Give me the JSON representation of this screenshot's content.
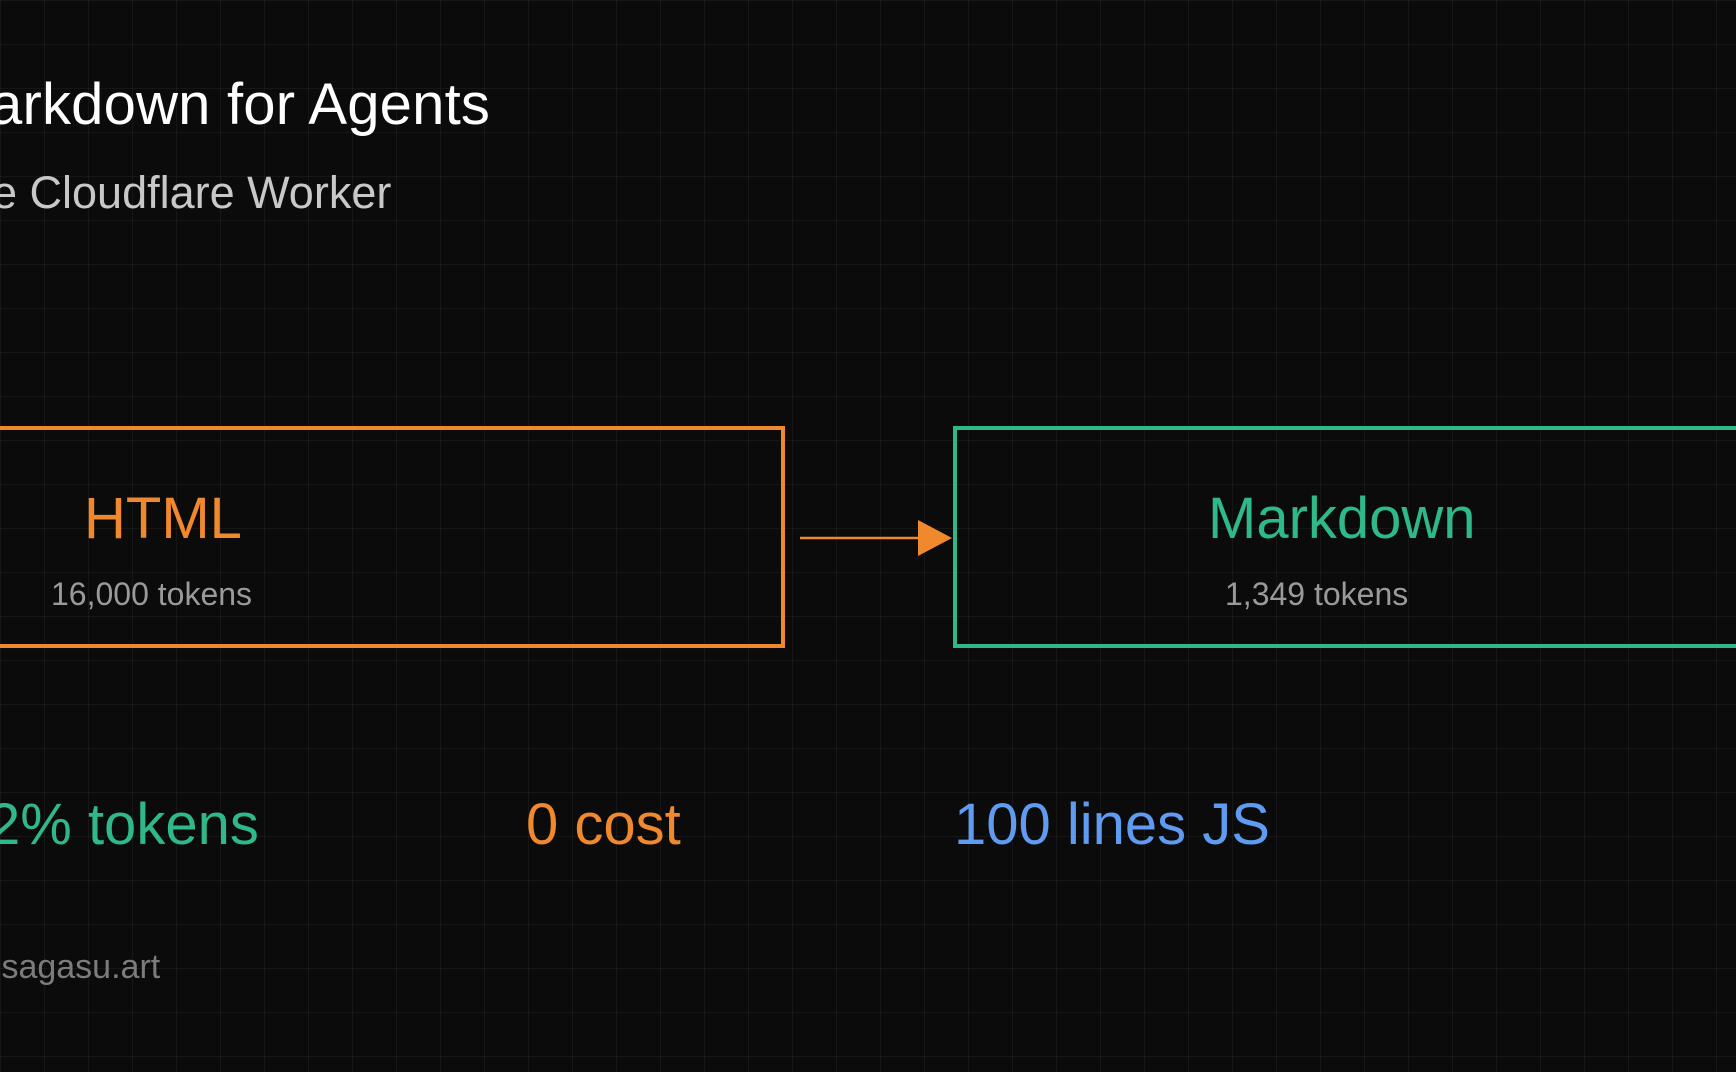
{
  "header": {
    "title": "arkdown for Agents",
    "subtitle": "e Cloudflare Worker"
  },
  "diagram": {
    "source": {
      "label": "HTML",
      "tokens": "16,000 tokens"
    },
    "target": {
      "label": "Markdown",
      "tokens": "1,349 tokens"
    }
  },
  "stats": {
    "tokens": "2% tokens",
    "cost": "0 cost",
    "lines": "100 lines JS"
  },
  "footer": {
    "site": ".sagasu.art"
  },
  "colors": {
    "background": "#0b0b0c",
    "orange": "#f0882d",
    "green": "#2fb98a",
    "blue": "#5f9bf0",
    "title": "#ffffff",
    "subtitle": "#c8c8c8",
    "muted": "#9a9a9a"
  },
  "icons": {
    "connector": "arrow-right-icon"
  }
}
